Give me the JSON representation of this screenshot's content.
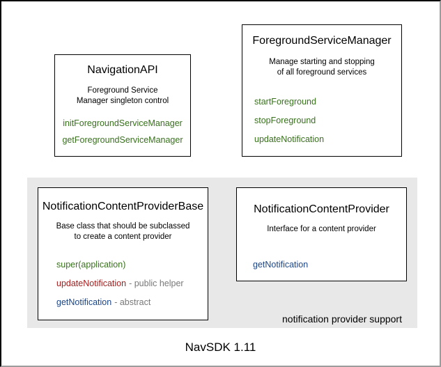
{
  "colors": {
    "method_green": "#38701d",
    "method_red": "#a32020",
    "method_blue": "#1c4587",
    "annotation_gray": "#787878",
    "region_background": "#e8e8e8",
    "box_border": "#000000"
  },
  "boxes": {
    "navigation_api": {
      "title": "NavigationAPI",
      "description": [
        "Foreground Service",
        "Manager singleton control"
      ],
      "methods": [
        {
          "label": "initForegroundServiceManager",
          "color": "green",
          "annotation": ""
        },
        {
          "label": "getForegroundServiceManager",
          "color": "green",
          "annotation": ""
        }
      ]
    },
    "foreground_service_manager": {
      "title": "ForegroundServiceManager",
      "description": [
        "Manage starting and stopping",
        "of all foreground services"
      ],
      "methods": [
        {
          "label": "startForeground",
          "color": "green",
          "annotation": ""
        },
        {
          "label": "stopForeground",
          "color": "green",
          "annotation": ""
        },
        {
          "label": "updateNotification",
          "color": "green",
          "annotation": ""
        }
      ]
    },
    "notification_content_provider_base": {
      "title": "NotificationContentProviderBase",
      "description": [
        "Base class that should be subclassed",
        "to create a content provider"
      ],
      "methods": [
        {
          "label": "super(application)",
          "color": "green",
          "annotation": ""
        },
        {
          "label": "updateNotification",
          "color": "red",
          "annotation": "- public helper"
        },
        {
          "label": "getNotification",
          "color": "blue",
          "annotation": "- abstract"
        }
      ]
    },
    "notification_content_provider": {
      "title": "NotificationContentProvider",
      "description": [
        "Interface for a content provider"
      ],
      "methods": [
        {
          "label": "getNotification",
          "color": "blue",
          "annotation": ""
        }
      ]
    }
  },
  "region": {
    "label": "notification provider support"
  },
  "footer": {
    "label": "NavSDK 1.11"
  }
}
